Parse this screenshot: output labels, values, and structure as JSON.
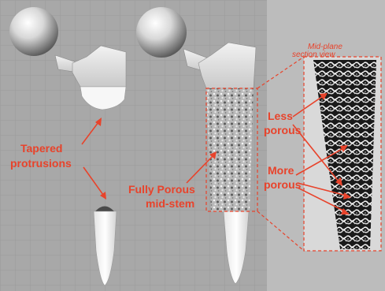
{
  "labels": {
    "section_view_line1": "Mid-plane",
    "section_view_line2": "section view",
    "less_porous_line1": "Less",
    "less_porous_line2": "porous",
    "tapered_line1": "Tapered",
    "tapered_line2": "protrusions",
    "fully_porous_line1": "Fully Porous",
    "fully_porous_line2": "mid-stem",
    "more_porous_line1": "More",
    "more_porous_line2": "porous"
  },
  "colors": {
    "annotation": "#e8432b",
    "grid_background": "#a9a9a9",
    "section_background": "#bdbdbd"
  }
}
